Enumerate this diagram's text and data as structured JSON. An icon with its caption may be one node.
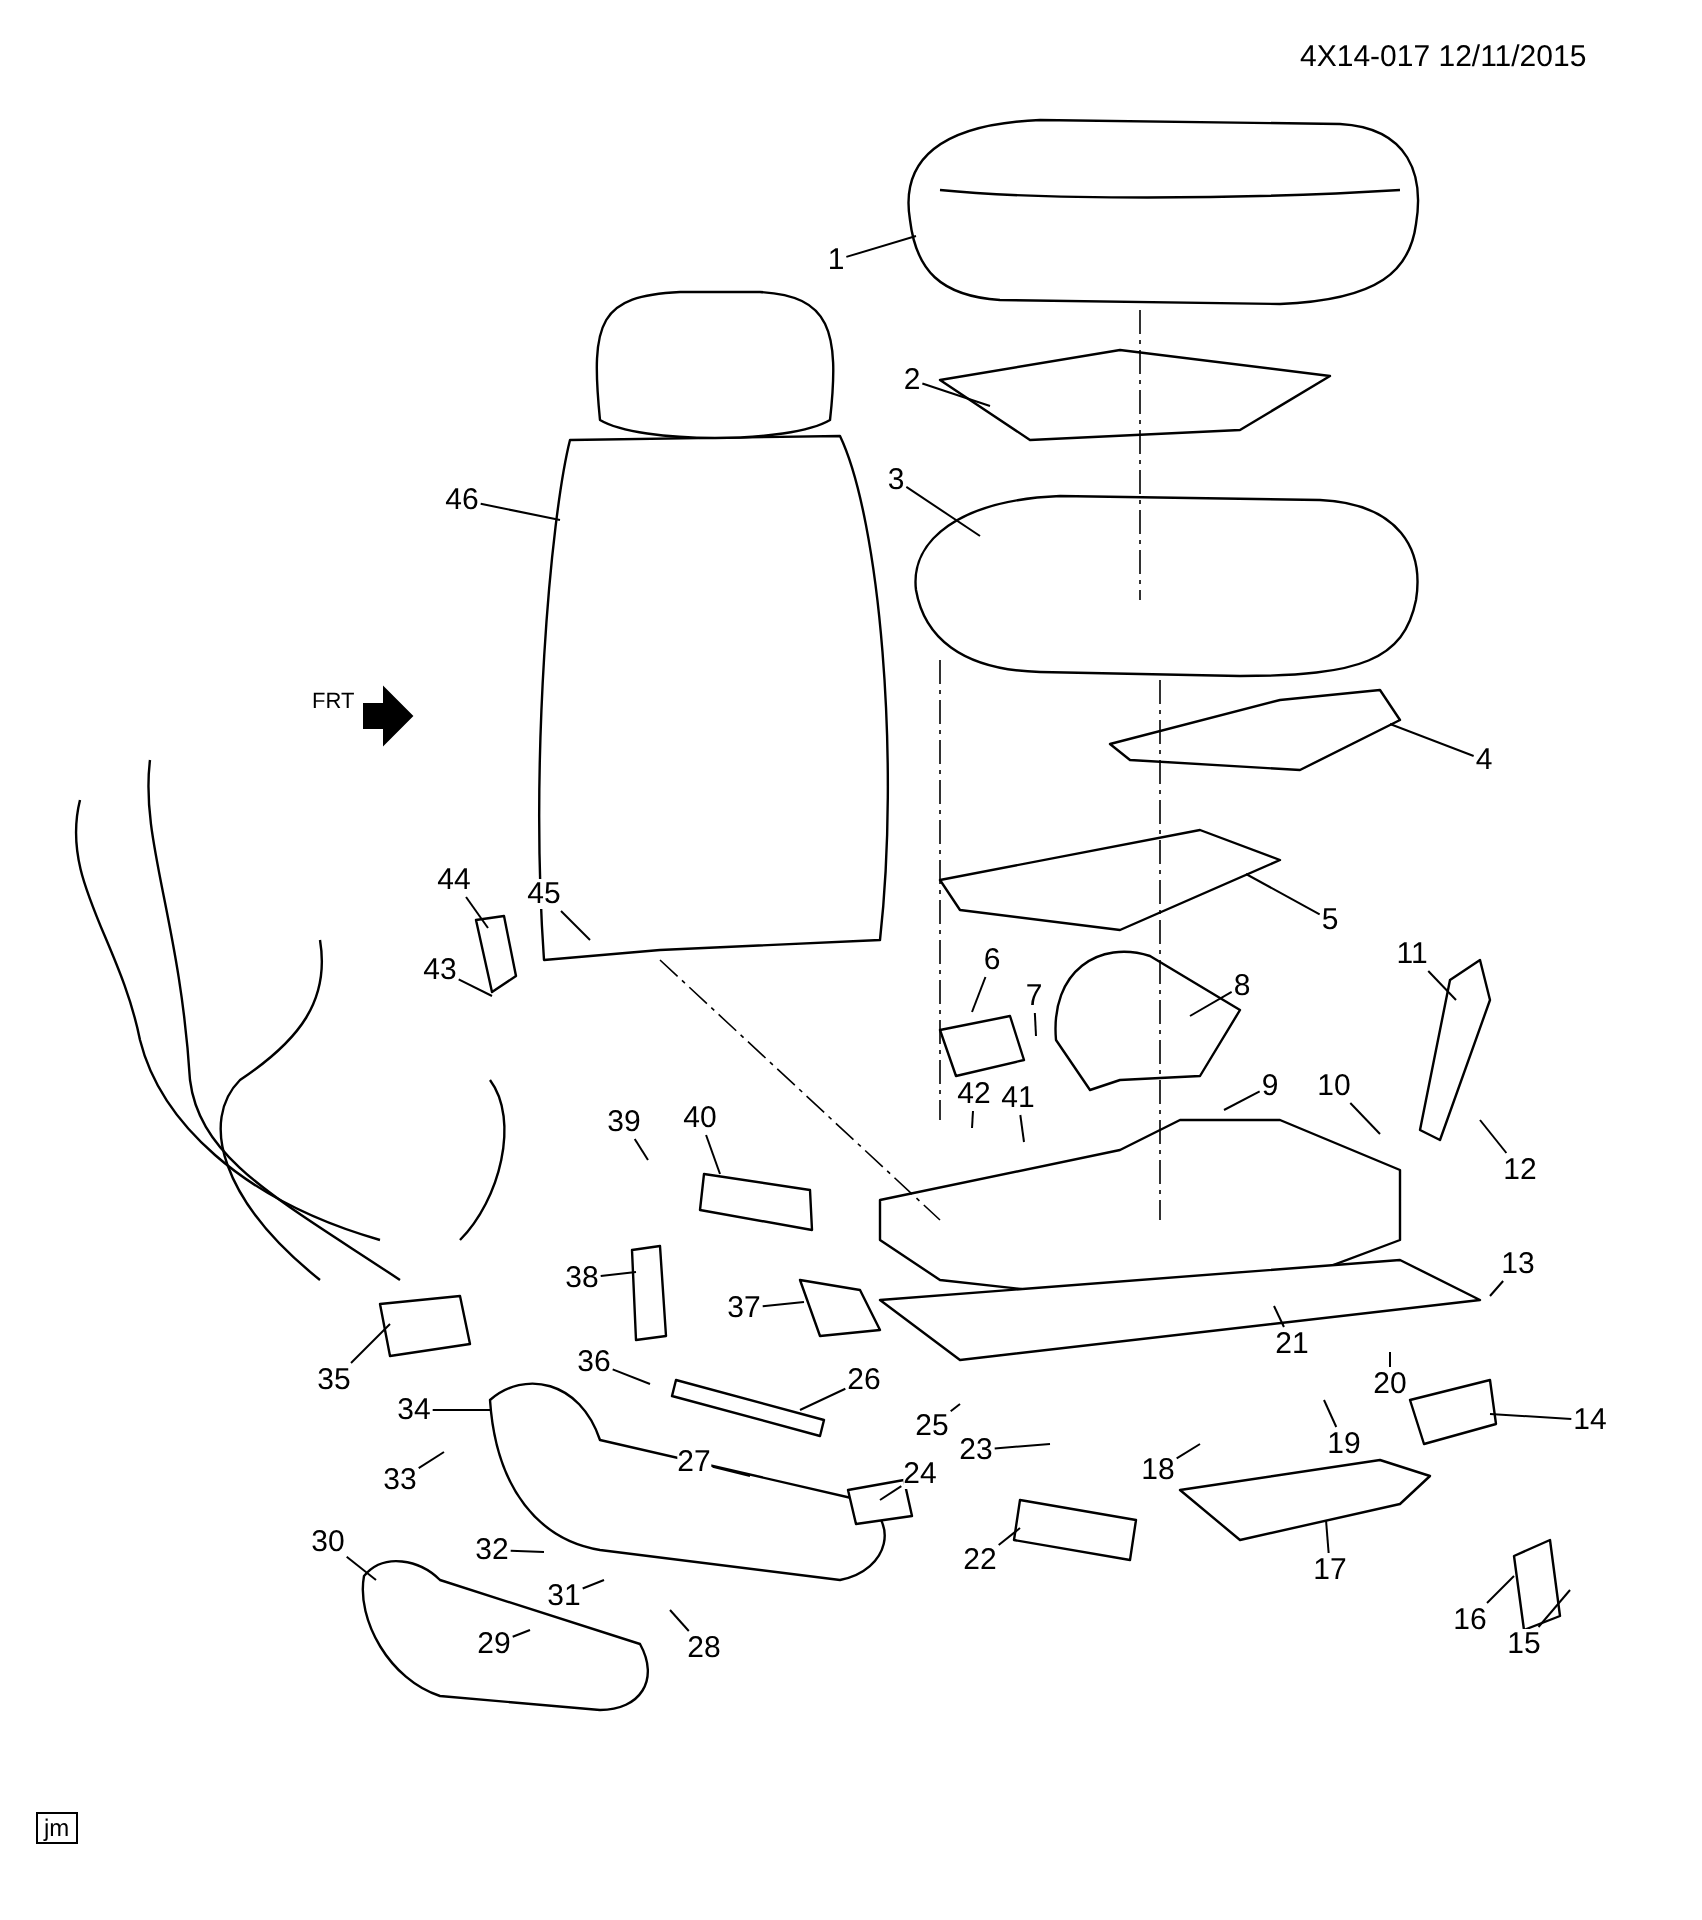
{
  "diagram": {
    "nodes": [
      {
        "text": [
          "1"
        ]
      },
      {
        "text": [
          "2"
        ]
      },
      {
        "text": [
          "3"
        ]
      },
      {
        "text": [
          "4"
        ]
      },
      {
        "text": [
          "5"
        ]
      },
      {
        "text": [
          "6"
        ]
      },
      {
        "text": [
          "7"
        ]
      },
      {
        "text": [
          "8"
        ]
      },
      {
        "text": [
          "9"
        ]
      },
      {
        "text": [
          "10"
        ]
      },
      {
        "text": [
          "11"
        ]
      },
      {
        "text": [
          "12"
        ]
      },
      {
        "text": [
          "13"
        ]
      },
      {
        "text": [
          "14"
        ]
      },
      {
        "text": [
          "15"
        ]
      },
      {
        "text": [
          "16"
        ]
      },
      {
        "text": [
          "17"
        ]
      },
      {
        "text": [
          "18"
        ]
      },
      {
        "text": [
          "19"
        ]
      },
      {
        "text": [
          "20"
        ]
      },
      {
        "text": [
          "21"
        ]
      },
      {
        "text": [
          "22"
        ]
      },
      {
        "text": [
          "23"
        ]
      },
      {
        "text": [
          "24"
        ]
      },
      {
        "text": [
          "25"
        ]
      },
      {
        "text": [
          "26"
        ]
      },
      {
        "text": [
          "27"
        ]
      },
      {
        "text": [
          "28"
        ]
      },
      {
        "text": [
          "29"
        ]
      },
      {
        "text": [
          "30"
        ]
      },
      {
        "text": [
          "31"
        ]
      },
      {
        "text": [
          "32"
        ]
      },
      {
        "text": [
          "33"
        ]
      },
      {
        "text": [
          "34"
        ]
      },
      {
        "text": [
          "35"
        ]
      },
      {
        "text": [
          "36"
        ]
      },
      {
        "text": [
          "37"
        ]
      },
      {
        "text": [
          "38"
        ]
      },
      {
        "text": [
          "39"
        ]
      },
      {
        "text": [
          "40"
        ]
      },
      {
        "text": [
          "41"
        ]
      },
      {
        "text": [
          "42"
        ]
      },
      {
        "text": [
          "43"
        ]
      },
      {
        "text": [
          "44"
        ]
      },
      {
        "text": [
          "45"
        ]
      },
      {
        "text": [
          "46"
        ]
      }
    ],
    "edges": [
      {
        "from": 0,
        "to": null,
        "arrow": "none"
      },
      {
        "from": 1,
        "to": null,
        "arrow": "none"
      },
      {
        "from": 2,
        "to": null,
        "arrow": "none"
      },
      {
        "from": 3,
        "to": null,
        "arrow": "none"
      },
      {
        "from": 4,
        "to": null,
        "arrow": "none"
      },
      {
        "from": 5,
        "to": null,
        "arrow": "none"
      },
      {
        "from": 6,
        "to": null,
        "arrow": "none"
      },
      {
        "from": 7,
        "to": null,
        "arrow": "none"
      },
      {
        "from": 8,
        "to": null,
        "arrow": "none"
      },
      {
        "from": 9,
        "to": null,
        "arrow": "none"
      },
      {
        "from": 10,
        "to": null,
        "arrow": "none"
      },
      {
        "from": 11,
        "to": null,
        "arrow": "none"
      },
      {
        "from": 12,
        "to": null,
        "arrow": "none"
      },
      {
        "from": 13,
        "to": null,
        "arrow": "none"
      },
      {
        "from": 14,
        "to": null,
        "arrow": "none"
      },
      {
        "from": 15,
        "to": null,
        "arrow": "none"
      },
      {
        "from": 16,
        "to": null,
        "arrow": "none"
      },
      {
        "from": 17,
        "to": null,
        "arrow": "none"
      },
      {
        "from": 18,
        "to": null,
        "arrow": "none"
      },
      {
        "from": 19,
        "to": null,
        "arrow": "none"
      },
      {
        "from": 20,
        "to": null,
        "arrow": "none"
      },
      {
        "from": 21,
        "to": null,
        "arrow": "none"
      },
      {
        "from": 22,
        "to": null,
        "arrow": "none"
      },
      {
        "from": 23,
        "to": null,
        "arrow": "none"
      },
      {
        "from": 24,
        "to": null,
        "arrow": "none"
      },
      {
        "from": 25,
        "to": null,
        "arrow": "none"
      },
      {
        "from": 26,
        "to": null,
        "arrow": "none"
      },
      {
        "from": 27,
        "to": null,
        "arrow": "none"
      },
      {
        "from": 28,
        "to": null,
        "arrow": "none"
      },
      {
        "from": 29,
        "to": null,
        "arrow": "none"
      },
      {
        "from": 30,
        "to": null,
        "arrow": "none"
      },
      {
        "from": 31,
        "to": null,
        "arrow": "none"
      },
      {
        "from": 32,
        "to": null,
        "arrow": "none"
      },
      {
        "from": 33,
        "to": null,
        "arrow": "none"
      },
      {
        "from": 34,
        "to": null,
        "arrow": "none"
      },
      {
        "from": 35,
        "to": null,
        "arrow": "none"
      },
      {
        "from": 36,
        "to": null,
        "arrow": "none"
      },
      {
        "from": 37,
        "to": null,
        "arrow": "none"
      },
      {
        "from": 38,
        "to": null,
        "arrow": "none"
      },
      {
        "from": 39,
        "to": null,
        "arrow": "none"
      },
      {
        "from": 40,
        "to": null,
        "arrow": "none"
      },
      {
        "from": 41,
        "to": null,
        "arrow": "none"
      },
      {
        "from": 42,
        "to": null,
        "arrow": "none"
      },
      {
        "from": 43,
        "to": null,
        "arrow": "none"
      },
      {
        "from": 44,
        "to": null,
        "arrow": "none"
      },
      {
        "from": 45,
        "to": null,
        "arrow": "none"
      }
    ],
    "labels": [
      "4X14-017 12/11/2015",
      "FRT",
      "jm"
    ]
  }
}
